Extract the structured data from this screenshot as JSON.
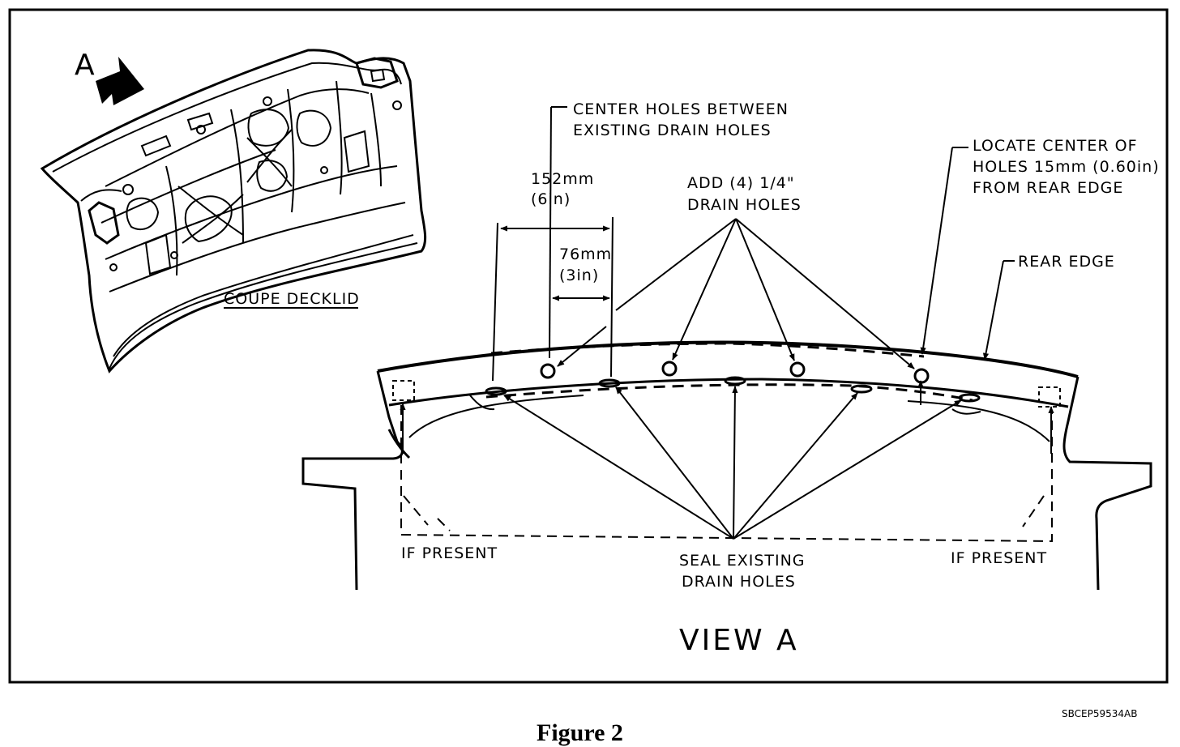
{
  "labels": {
    "view_letter": "A",
    "center_holes_line1": "CENTER HOLES BETWEEN",
    "center_holes_line2": "EXISTING DRAIN HOLES",
    "dim_152_line1": "152mm",
    "dim_152_line2": "(6in)",
    "dim_76_line1": "76mm",
    "dim_76_line2": "(3in)",
    "add_holes_line1": "ADD (4) 1/4\"",
    "add_holes_line2": "DRAIN HOLES",
    "locate_line1": "LOCATE CENTER OF",
    "locate_line2": "HOLES 15mm (0.60in)",
    "locate_line3": "FROM REAR EDGE",
    "rear_edge": "REAR EDGE",
    "coupe_decklid": "COUPE DECKLID",
    "if_present_left": "IF PRESENT",
    "if_present_right": "IF PRESENT",
    "seal_line1": "SEAL EXISTING",
    "seal_line2": "DRAIN HOLES",
    "view_title": "VIEW A",
    "figure_code": "SBCEP59534AB",
    "figure_caption": "Figure 2"
  }
}
